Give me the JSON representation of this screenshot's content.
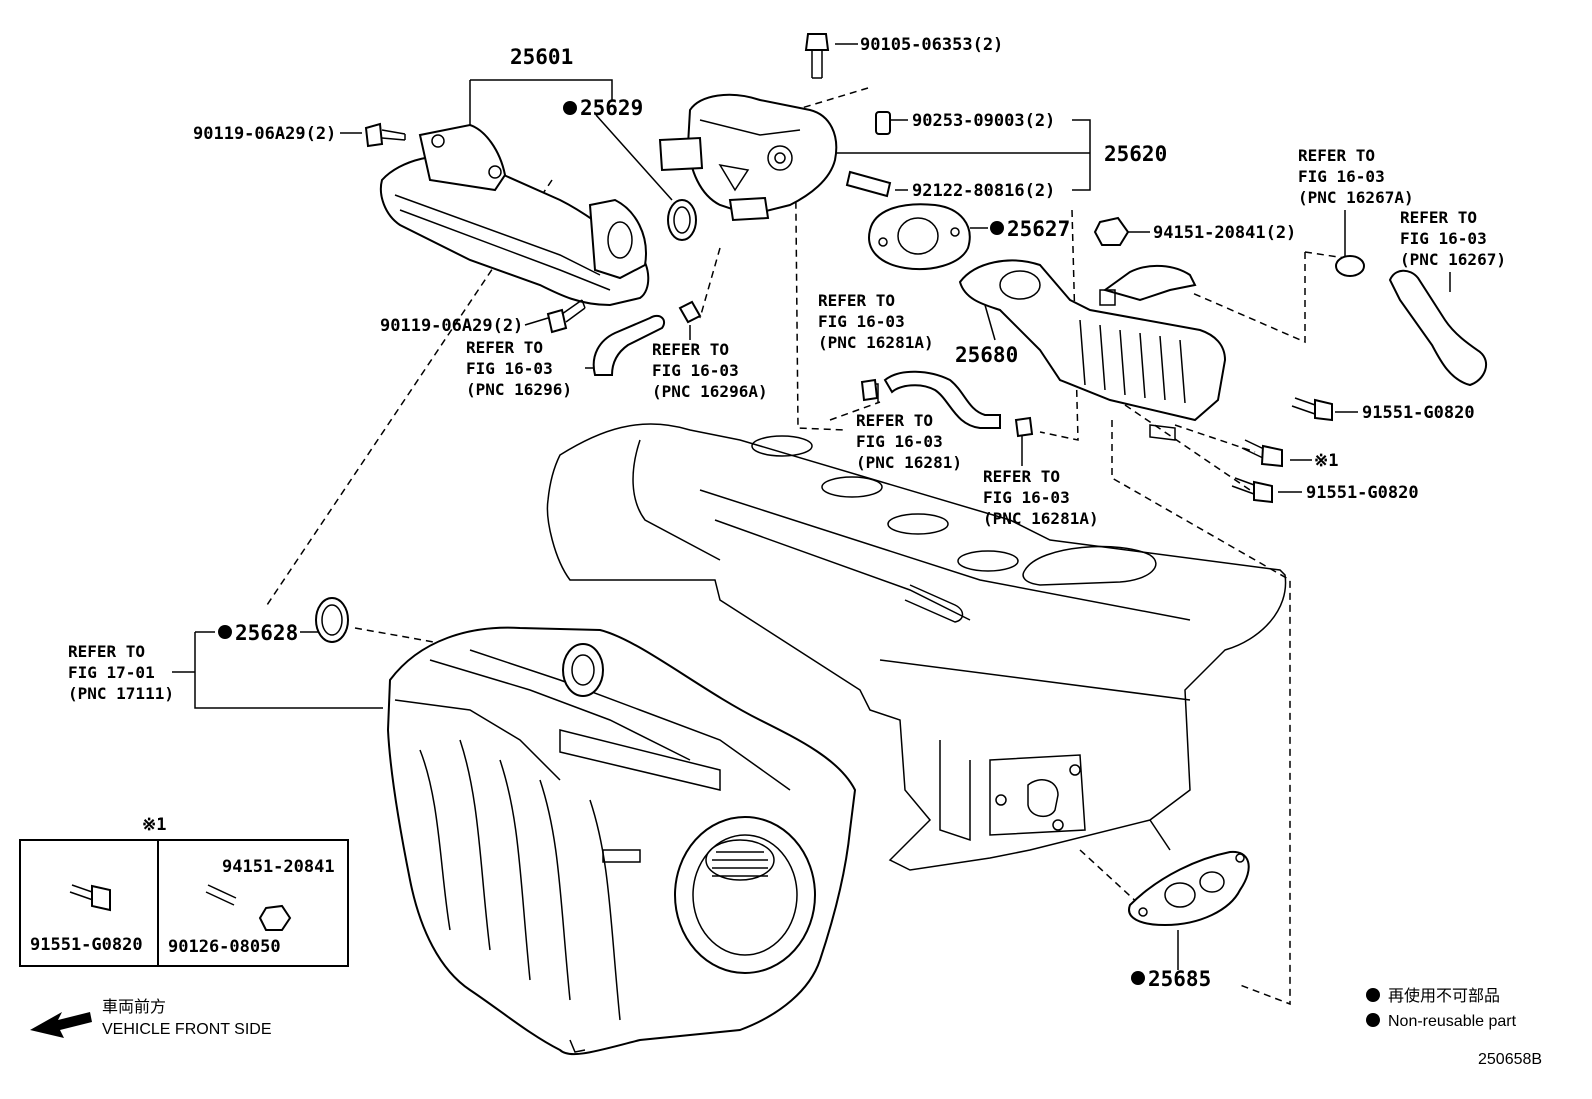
{
  "labels": {
    "p25601": "25601",
    "p25629": "25629",
    "p9011906a29_top": "90119-06A29(2)",
    "p9011906a29_bottom": "90119-06A29(2)",
    "p9010506353": "90105-06353(2)",
    "p9025309003": "90253-09003(2)",
    "p25620": "25620",
    "p9212280816": "92122-80816(2)",
    "p25627": "25627",
    "p9415120841_2": "94151-20841(2)",
    "p25680": "25680",
    "p91551g0820_a": "91551-G0820",
    "p91551g0820_b": "91551-G0820",
    "note1_marker": "※1",
    "p25628": "25628",
    "p25685": "25685",
    "drawing_id": "250658B"
  },
  "refs": [
    {
      "id": "ref_16267a",
      "lines": [
        "REFER TO",
        "FIG 16-03",
        "(PNC 16267A)"
      ]
    },
    {
      "id": "ref_16267",
      "lines": [
        "REFER TO",
        "FIG 16-03",
        "(PNC 16267)"
      ]
    },
    {
      "id": "ref_16296",
      "lines": [
        "REFER TO",
        "FIG 16-03",
        "(PNC 16296)"
      ]
    },
    {
      "id": "ref_16296a",
      "lines": [
        "REFER TO",
        "FIG 16-03",
        "(PNC 16296A)"
      ]
    },
    {
      "id": "ref_16281a_top",
      "lines": [
        "REFER TO",
        "FIG 16-03",
        "(PNC 16281A)"
      ]
    },
    {
      "id": "ref_16281",
      "lines": [
        "REFER TO",
        "FIG 16-03",
        "(PNC 16281)"
      ]
    },
    {
      "id": "ref_16281a_bottom",
      "lines": [
        "REFER TO",
        "FIG 16-03",
        "(PNC 16281A)"
      ]
    },
    {
      "id": "ref_17111",
      "lines": [
        "REFER TO",
        "FIG 17-01",
        "(PNC 17111)"
      ]
    }
  ],
  "inset": {
    "marker": "※1",
    "left_part": "91551-G0820",
    "right_top_part": "94151-20841",
    "right_bottom_part": "90126-08050"
  },
  "legend": {
    "jp": "再使用不可部品",
    "en": "Non-reusable part"
  },
  "front": {
    "jp": "車両前方",
    "en": "VEHICLE FRONT SIDE"
  }
}
